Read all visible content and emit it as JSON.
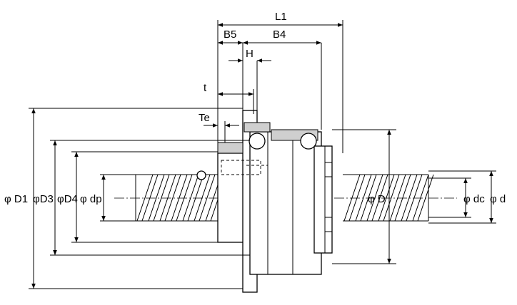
{
  "diagram": {
    "labels": {
      "L1": "L1",
      "B5": "B5",
      "B4": "B4",
      "H": "H",
      "t": "t",
      "Te": "Te",
      "D1": "φ D1",
      "D3": "φD3",
      "D4": "φD4",
      "dp": "φ dp",
      "D": "φ D",
      "dc": "φ dc",
      "d": "φ d"
    }
  }
}
